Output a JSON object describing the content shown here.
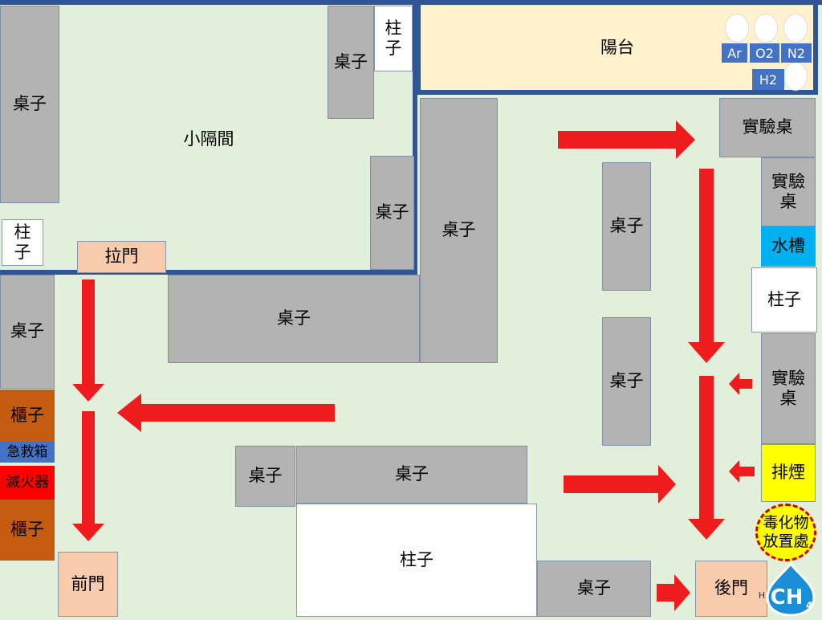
{
  "labels": {
    "desk": "桌子",
    "pillar": "柱子",
    "pillar_stacked": [
      "柱",
      "子"
    ],
    "small_room": "小隔間",
    "sliding_door": "拉門",
    "balcony": "陽台",
    "lab_bench": "實驗桌",
    "lab_bench_stacked": [
      "實驗",
      "桌"
    ],
    "sink": "水槽",
    "fume_hood": "排煙",
    "toxic_storage": [
      "毒化物",
      "放置處"
    ],
    "cabinet": "櫃子",
    "first_aid": "急救箱",
    "extinguisher": "滅火器",
    "front_door": "前門",
    "back_door": "後門"
  },
  "gas_cylinders": [
    "Ar",
    "O2",
    "N2",
    "H2"
  ],
  "logo": {
    "text": "CH",
    "subscript": "4",
    "side_letter": "H"
  },
  "colors": {
    "floor": "#e2efda",
    "wall": "#2f5597",
    "desk": "#b3b3b3",
    "balcony": "#fff2cc",
    "door": "#f8cbad",
    "cabinet": "#c55a11",
    "first_aid": "#4472c4",
    "extinguisher": "#ff0000",
    "sink": "#00b0f0",
    "fume_hood": "#ffff00",
    "arrow": "#ee1c1c"
  }
}
